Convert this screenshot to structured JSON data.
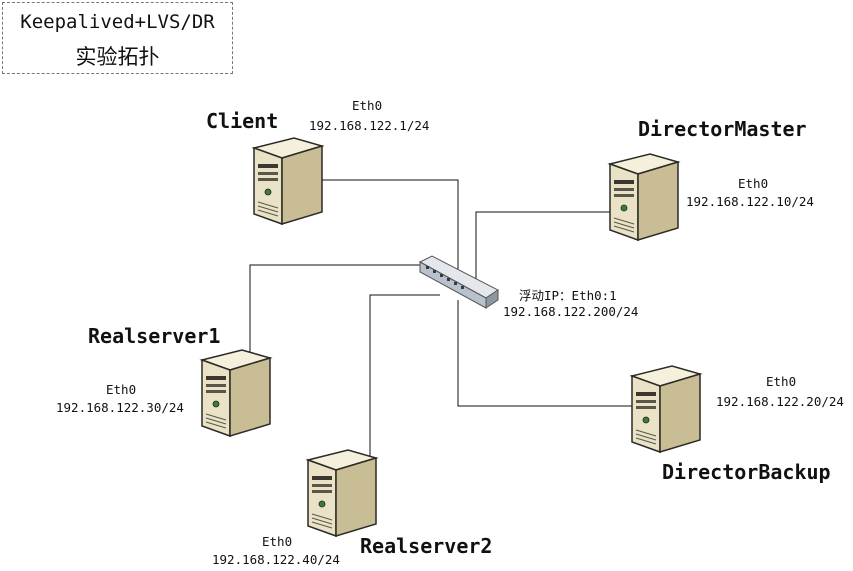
{
  "title": {
    "line1": "Keepalived+LVS/DR",
    "line2": "实验拓扑"
  },
  "nodes": {
    "client": {
      "name": "Client",
      "iface": "Eth0",
      "ip": "192.168.122.1/24"
    },
    "director_master": {
      "name": "DirectorMaster",
      "iface": "Eth0",
      "ip": "192.168.122.10/24"
    },
    "director_backup": {
      "name": "DirectorBackup",
      "iface": "Eth0",
      "ip": "192.168.122.20/24"
    },
    "realserver1": {
      "name": "Realserver1",
      "iface": "Eth0",
      "ip": "192.168.122.30/24"
    },
    "realserver2": {
      "name": "Realserver2",
      "iface": "Eth0",
      "ip": "192.168.122.40/24"
    }
  },
  "switch": {
    "label": "浮动IP：Eth0:1",
    "ip": "192.168.122.200/24"
  },
  "colors": {
    "server_body": "#e9e2c7",
    "server_side": "#c9bd96",
    "server_dark": "#2b2a24",
    "line": "#111111",
    "switch_body": "#c8ced6"
  }
}
